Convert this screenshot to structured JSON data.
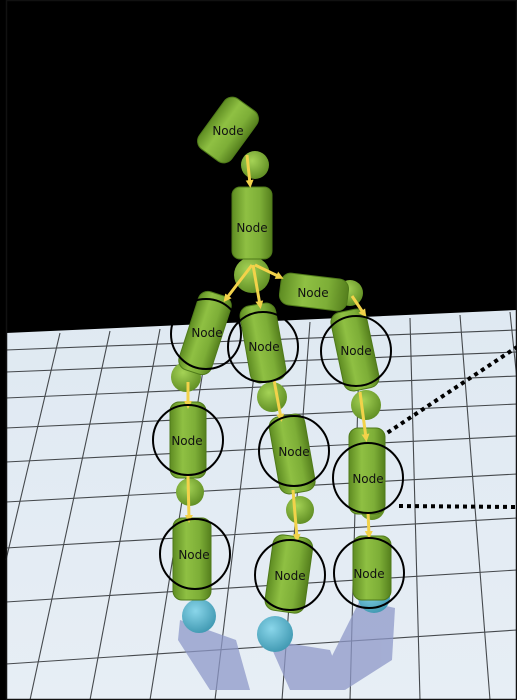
{
  "colors": {
    "sky": "#000000",
    "floor": "#dde8f1",
    "floor_light": "#eef4f9",
    "grid": "#2a2d30",
    "body": "#7fb03a",
    "body_dark": "#5d8a22",
    "joint": "#8dbf42",
    "arrow": "#f2d24a",
    "foot": "#5ab7cf",
    "shadow": "#8e98c8",
    "outline": "#000000"
  },
  "nodes": [
    {
      "id": "head",
      "label": "Node"
    },
    {
      "id": "spine",
      "label": "Node"
    },
    {
      "id": "hip-right-link",
      "label": "Node"
    },
    {
      "id": "leg1-upper",
      "label": "Node"
    },
    {
      "id": "leg2-upper",
      "label": "Node"
    },
    {
      "id": "leg3-upper",
      "label": "Node"
    },
    {
      "id": "leg1-mid",
      "label": "Node"
    },
    {
      "id": "leg2-mid",
      "label": "Node"
    },
    {
      "id": "leg3-mid",
      "label": "Node"
    },
    {
      "id": "leg1-lower",
      "label": "Node"
    },
    {
      "id": "leg2-lower",
      "label": "Node"
    },
    {
      "id": "leg3-lower",
      "label": "Node"
    }
  ]
}
